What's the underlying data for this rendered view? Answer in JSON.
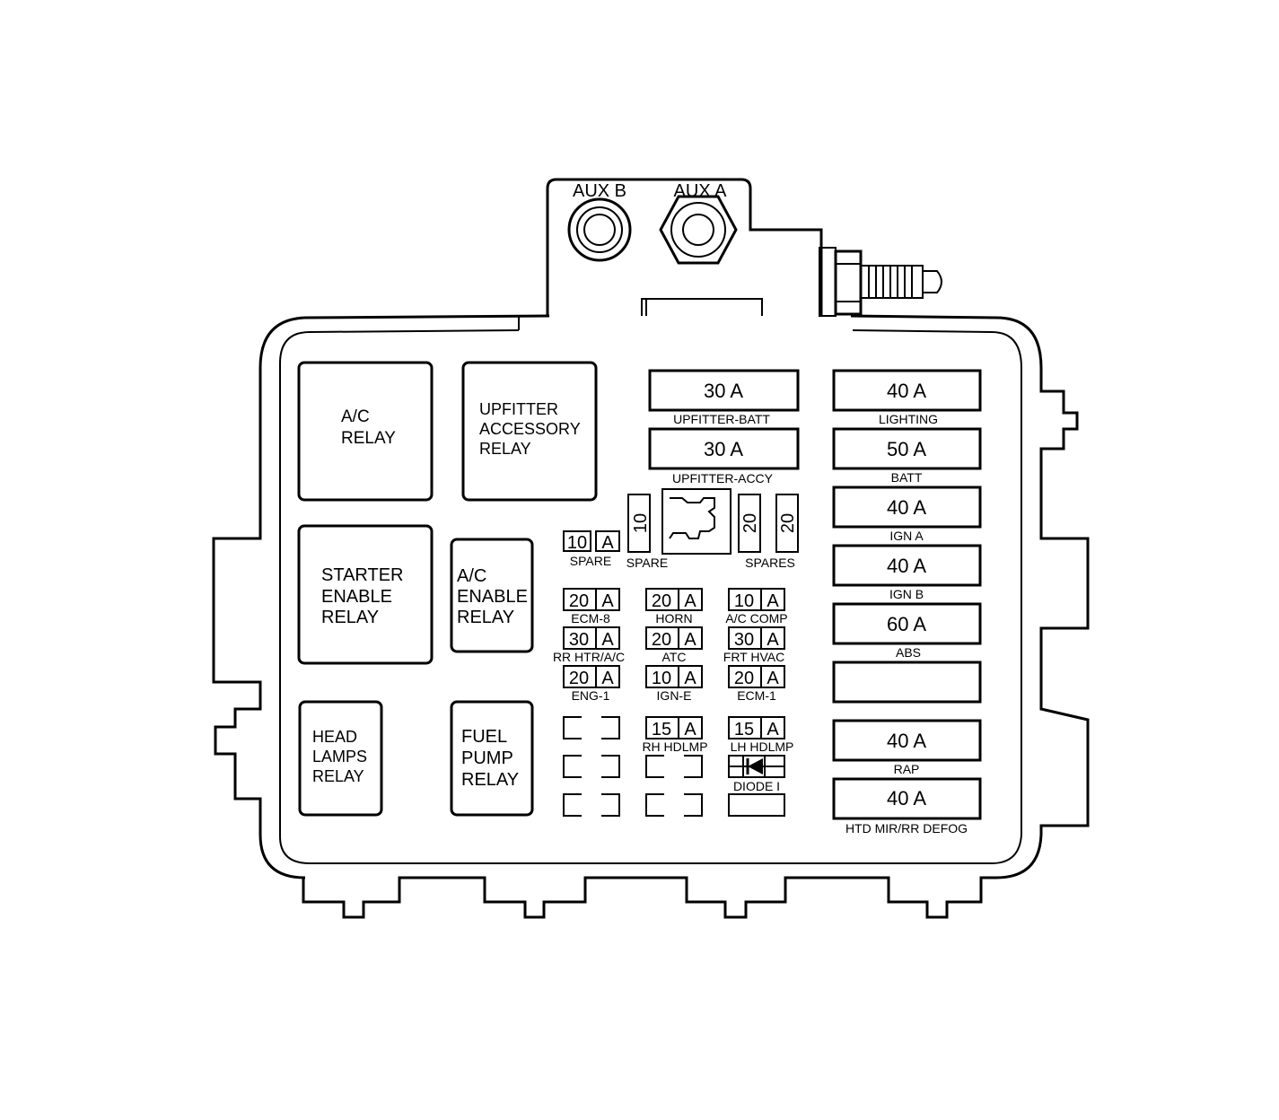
{
  "aux": {
    "b": "AUX B",
    "a": "AUX A"
  },
  "relays": {
    "ac_relay": [
      "A/C",
      "RELAY"
    ],
    "upfitter_acc_relay": [
      "UPFITTER",
      "ACCESSORY",
      "RELAY"
    ],
    "starter_enable_relay": [
      "STARTER",
      "ENABLE",
      "RELAY"
    ],
    "ac_enable_relay": [
      "A/C",
      "ENABLE",
      "RELAY"
    ],
    "head_lamps_relay": [
      "HEAD",
      "LAMPS",
      "RELAY"
    ],
    "fuel_pump_relay": [
      "FUEL",
      "PUMP",
      "RELAY"
    ]
  },
  "maxi_center": [
    {
      "rating": "30 A",
      "label": "UPFITTER-BATT"
    },
    {
      "rating": "30 A",
      "label": "UPFITTER-ACCY"
    }
  ],
  "maxi_right": [
    {
      "rating": "40 A",
      "label": "LIGHTING"
    },
    {
      "rating": "50 A",
      "label": "BATT"
    },
    {
      "rating": "40 A",
      "label": "IGN A"
    },
    {
      "rating": "40 A",
      "label": "IGN B"
    },
    {
      "rating": "60 A",
      "label": "ABS"
    },
    {
      "rating": "",
      "label": ""
    },
    {
      "rating": "40 A",
      "label": "RAP"
    },
    {
      "rating": "40 A",
      "label": "HTD MIR/RR DEFOG"
    }
  ],
  "spare_small": {
    "num": "10",
    "unit": "A",
    "label": "SPARE"
  },
  "spare_vertical": {
    "num": "10",
    "label": "SPARE"
  },
  "spares_pair": {
    "nums": [
      "20",
      "20"
    ],
    "label": "SPARES"
  },
  "mini_fuses": [
    {
      "num": "20",
      "unit": "A",
      "label": "ECM-8"
    },
    {
      "num": "20",
      "unit": "A",
      "label": "HORN"
    },
    {
      "num": "10",
      "unit": "A",
      "label": "A/C COMP"
    },
    {
      "num": "30",
      "unit": "A",
      "label": "RR HTR/A/C"
    },
    {
      "num": "20",
      "unit": "A",
      "label": "ATC"
    },
    {
      "num": "30",
      "unit": "A",
      "label": "FRT HVAC"
    },
    {
      "num": "20",
      "unit": "A",
      "label": "ENG-1"
    },
    {
      "num": "10",
      "unit": "A",
      "label": "IGN-E"
    },
    {
      "num": "20",
      "unit": "A",
      "label": "ECM-1"
    },
    {
      "num": "15",
      "unit": "A",
      "label": "RH HDLMP"
    },
    {
      "num": "15",
      "unit": "A",
      "label": "LH HDLMP"
    }
  ],
  "diode": {
    "label": "DIODE I"
  }
}
